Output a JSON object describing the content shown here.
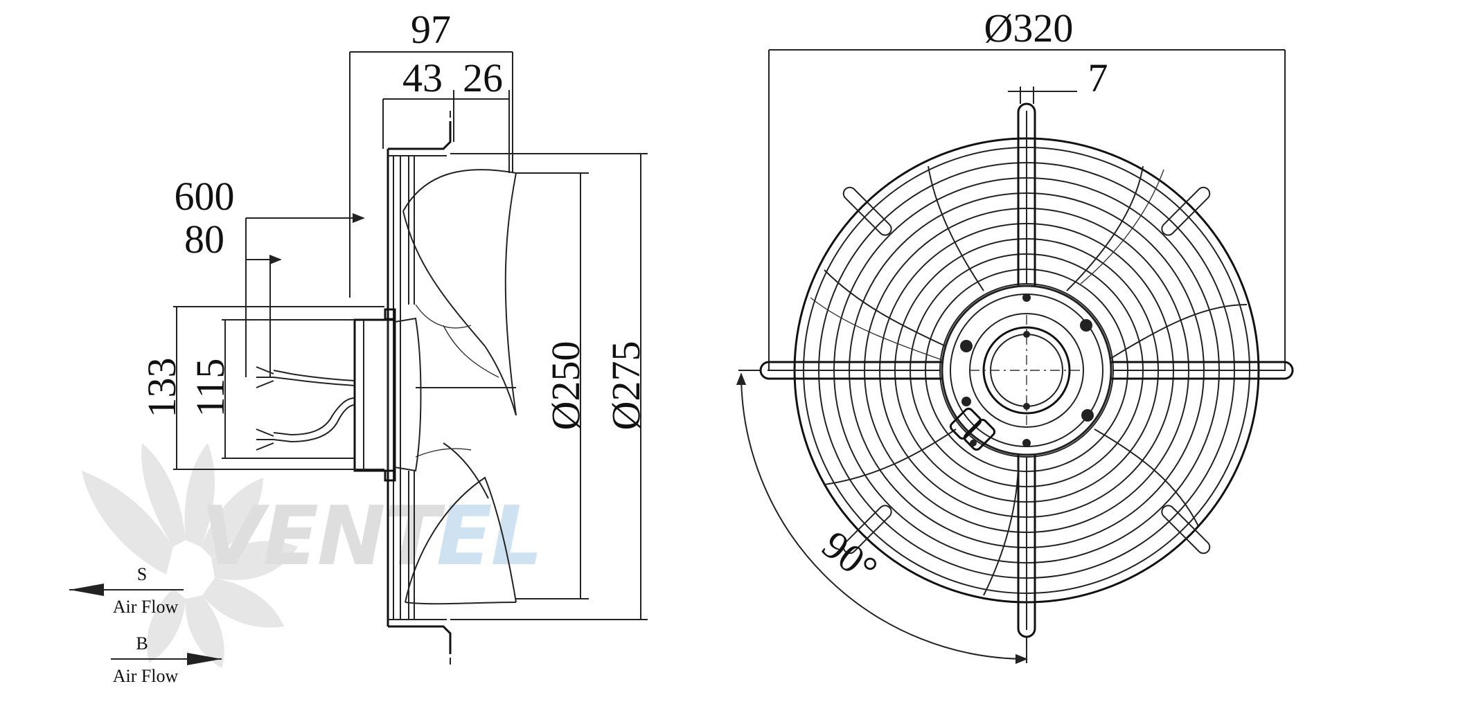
{
  "side_view": {
    "dims": {
      "d97": "97",
      "d43": "43",
      "d26": "26",
      "d600": "600",
      "d80": "80",
      "d133": "133",
      "d115": "115",
      "d250": "Ø250",
      "d275": "Ø275"
    },
    "airflow_s": {
      "letter": "S",
      "label": "Air Flow"
    },
    "airflow_b": {
      "letter": "B",
      "label": "Air Flow"
    }
  },
  "front_view": {
    "dims": {
      "d320": "Ø320",
      "d7": "7",
      "angle": "90°"
    }
  },
  "watermark": {
    "brand_a": "VENT",
    "brand_b": "EL"
  },
  "colors": {
    "line": "#222222",
    "watermark_gray": "#c8c8c8",
    "watermark_blue": "#a9cbe8"
  }
}
